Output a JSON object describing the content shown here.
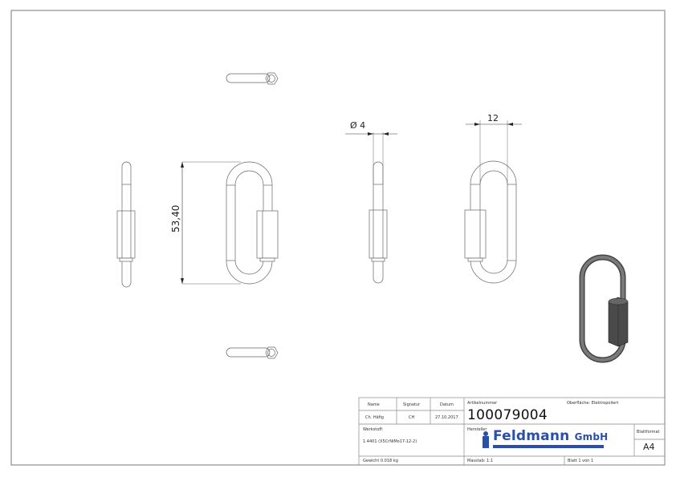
{
  "title_block": {
    "name_label": "Name",
    "signature_label": "Signatur",
    "date_label": "Datum",
    "name_value": "Ch. Häfig",
    "signature_value": "CH",
    "date_value": "27.10.2017",
    "article_number_label": "Artikelnummer",
    "article_number": "100079004",
    "surface": "Oberfläche: Elektropoliert",
    "material_label": "Werkstoff:",
    "material_value": "1.4401 (X5CrNiMo17-12-2)",
    "manufacturer_label": "Hersteller",
    "sheet_format_label": "Blattformat",
    "sheet_format": "A4",
    "weight": "Gewicht 0.018 kg",
    "scale": "Masstab: 1:1",
    "sheet": "Blatt 1 von 1"
  },
  "logo": {
    "text": "Feldmann",
    "suffix": "GmbH",
    "color": "#2a4fa8"
  },
  "dimensions": {
    "height": "53,40",
    "diameter": "4",
    "diameter_symbol": "Ø",
    "width": "12"
  },
  "colors": {
    "line": "#555555",
    "render": "#5a5a5a"
  }
}
